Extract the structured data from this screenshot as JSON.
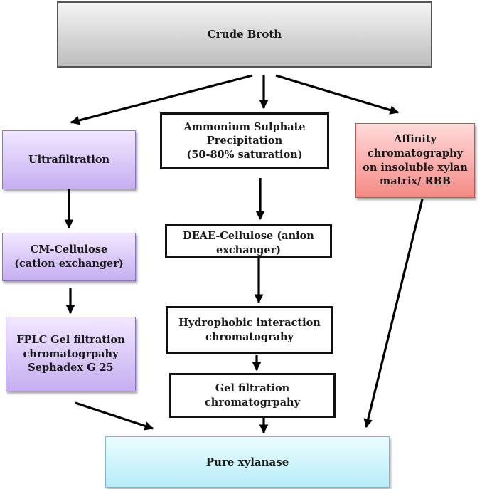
{
  "diagram": {
    "crude_broth": "Crude Broth",
    "ultrafiltration": "Ultrafiltration",
    "ammonium": "Ammonium Sulphate\nPrecipitation\n(50-80% saturation)",
    "affinity": "Affinity\nchromatography\non insoluble xylan\nmatrix/ RBB",
    "cm_cellulose": "CM-Cellulose\n(cation exchanger)",
    "deae": "DEAE-Cellulose (anion\nexchanger)",
    "fplc": "FPLC Gel filtration\nchromatogrpahy\nSephadex G 25",
    "hydrophobic": "Hydrophobic interaction\nchromatograhy",
    "gel_filtration": "Gel filtration\nchromatogrpahy",
    "pure": "Pure xylanase"
  }
}
